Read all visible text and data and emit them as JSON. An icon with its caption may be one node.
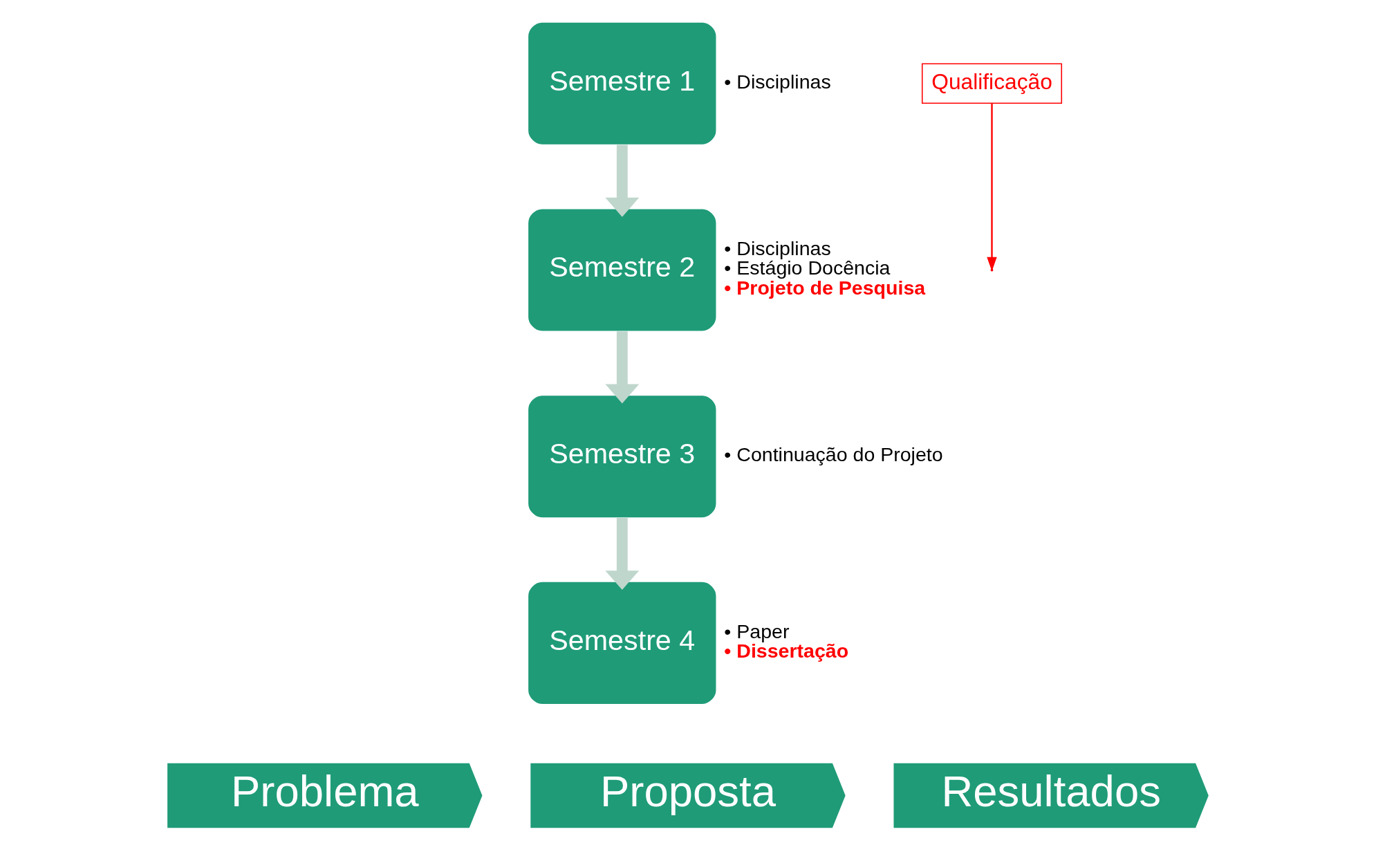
{
  "diagram": {
    "nodes": [
      {
        "text": [
          "Semestre 1"
        ],
        "beside": [
          "• Disciplinas"
        ]
      },
      {
        "text": [
          "Qualificação"
        ]
      },
      {
        "text": [
          "Semestre 2"
        ],
        "beside": [
          "• Disciplinas",
          "• Estágio Docência",
          "**• Projeto de Pesquisa**"
        ]
      },
      {
        "text": [
          "Semestre 3"
        ],
        "beside": [
          "• Continuação do Projeto"
        ]
      },
      {
        "text": [
          "Semestre 4"
        ],
        "beside": [
          "• Paper",
          "**• Dissertação**"
        ]
      },
      {
        "text": [
          "Problema"
        ]
      },
      {
        "text": [
          "Proposta"
        ]
      },
      {
        "text": [
          "Resultados"
        ]
      }
    ],
    "edges": [
      {
        "from": 0,
        "to": 2,
        "arrow": "to"
      },
      {
        "from": 2,
        "to": 3,
        "arrow": "to"
      },
      {
        "from": 3,
        "to": 4,
        "arrow": "to"
      },
      {
        "from": 1,
        "to": null,
        "arrow": "to",
        "color": "#ff0000"
      }
    ]
  }
}
